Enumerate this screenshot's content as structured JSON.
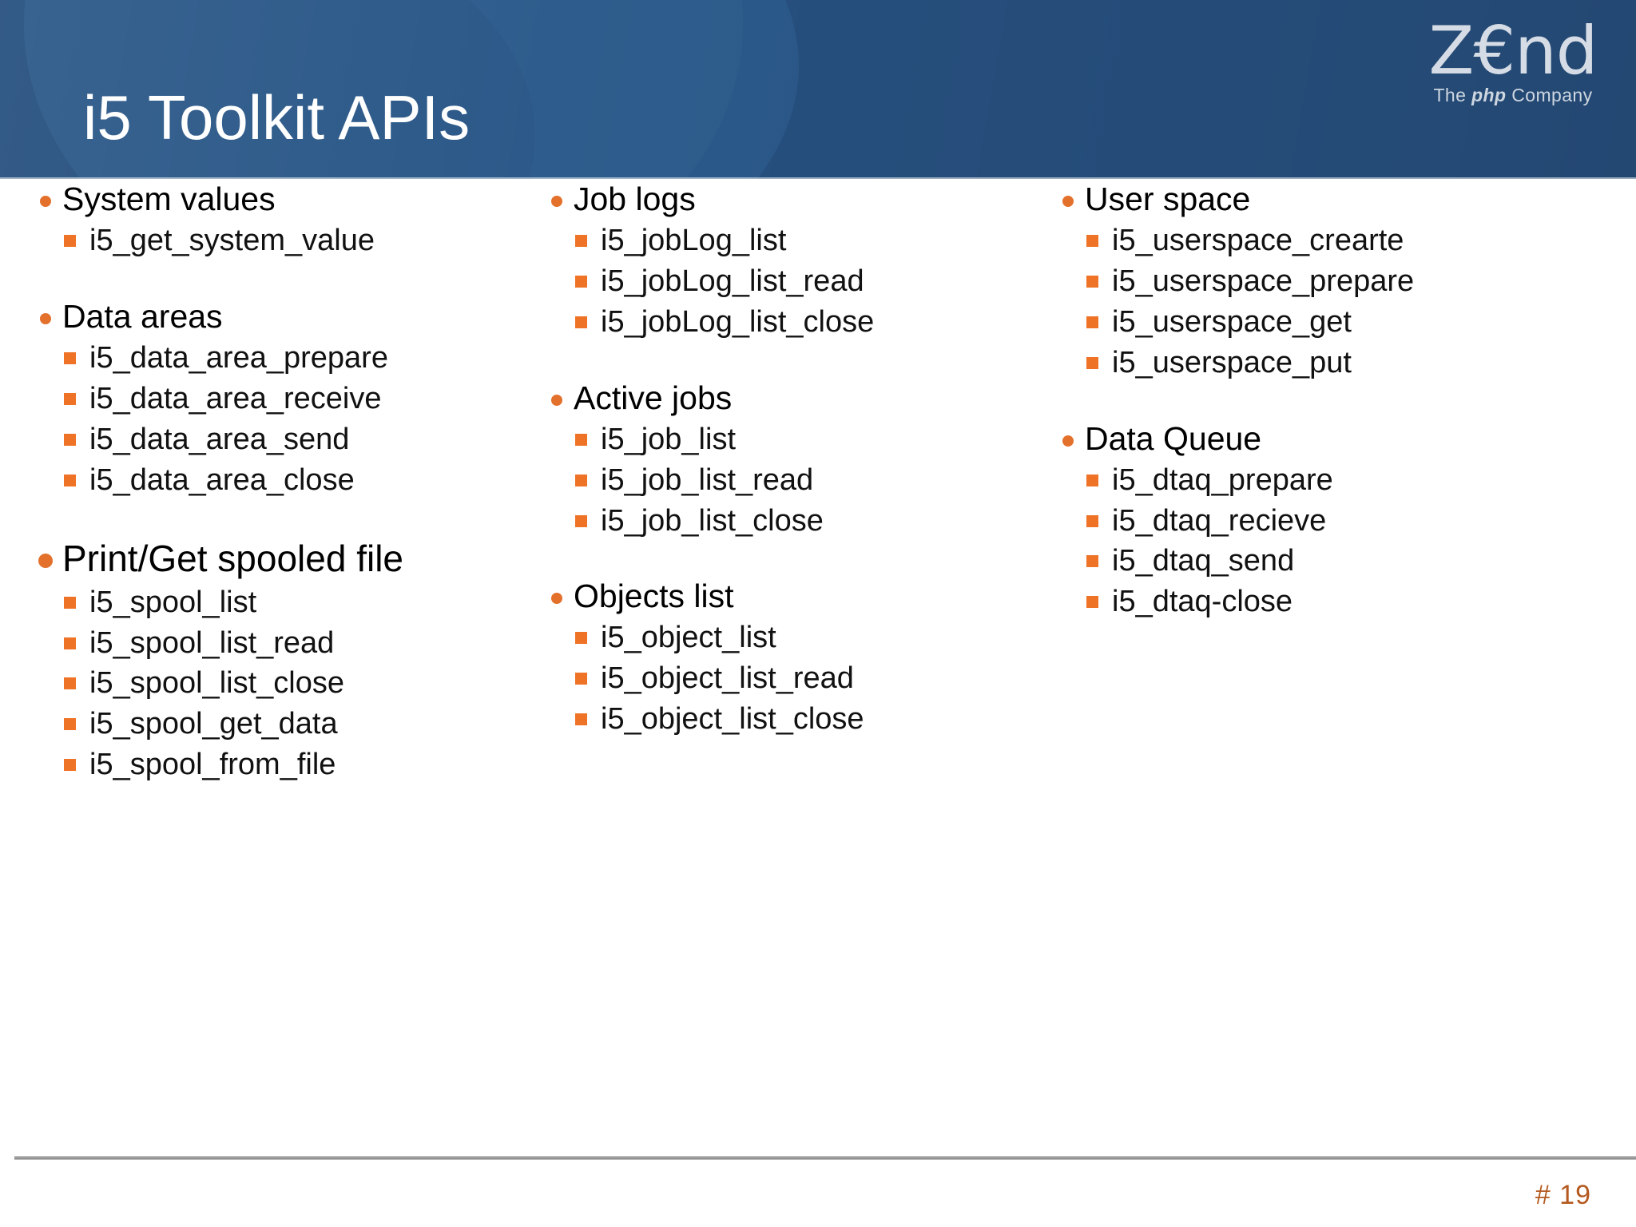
{
  "header": {
    "title": "i5 Toolkit APIs",
    "band_color": "#27507f",
    "title_color": "#ffffff",
    "logo": {
      "wordmark": "Z€nd",
      "tagline_before": "The ",
      "tagline_php": "php",
      "tagline_after": " Company"
    }
  },
  "theme": {
    "bullet_level1_color": "#e3712c",
    "bullet_level2_color": "#ee7326",
    "body_text_color": "#000000",
    "slide_number_color": "#b4591f"
  },
  "columns": [
    {
      "id": "column-1",
      "groups": [
        {
          "heading": "System values",
          "emphasis": false,
          "items": [
            "i5_get_system_value"
          ]
        },
        {
          "heading": "Data areas",
          "emphasis": false,
          "items": [
            "i5_data_area_prepare",
            "i5_data_area_receive",
            "i5_data_area_send",
            "i5_data_area_close"
          ]
        },
        {
          "heading": "Print/Get spooled file",
          "emphasis": true,
          "items": [
            "i5_spool_list",
            "i5_spool_list_read",
            "i5_spool_list_close",
            "i5_spool_get_data",
            "i5_spool_from_file"
          ]
        }
      ]
    },
    {
      "id": "column-2",
      "groups": [
        {
          "heading": "Job logs",
          "emphasis": false,
          "items": [
            "i5_jobLog_list",
            "i5_jobLog_list_read",
            "i5_jobLog_list_close"
          ]
        },
        {
          "heading": "Active jobs",
          "emphasis": false,
          "items": [
            "i5_job_list",
            "i5_job_list_read",
            "i5_job_list_close"
          ]
        },
        {
          "heading": "Objects list",
          "emphasis": false,
          "items": [
            "i5_object_list",
            "i5_object_list_read",
            "i5_object_list_close"
          ]
        }
      ]
    },
    {
      "id": "column-3",
      "groups": [
        {
          "heading": "User space",
          "emphasis": false,
          "items": [
            "i5_userspace_crearte",
            "i5_userspace_prepare",
            "i5_userspace_get",
            "i5_userspace_put"
          ]
        },
        {
          "heading": "Data Queue",
          "emphasis": false,
          "items": [
            "i5_dtaq_prepare",
            "i5_dtaq_recieve",
            "i5_dtaq_send",
            "i5_dtaq-close"
          ]
        }
      ]
    }
  ],
  "footer": {
    "slide_number": "# 19"
  }
}
